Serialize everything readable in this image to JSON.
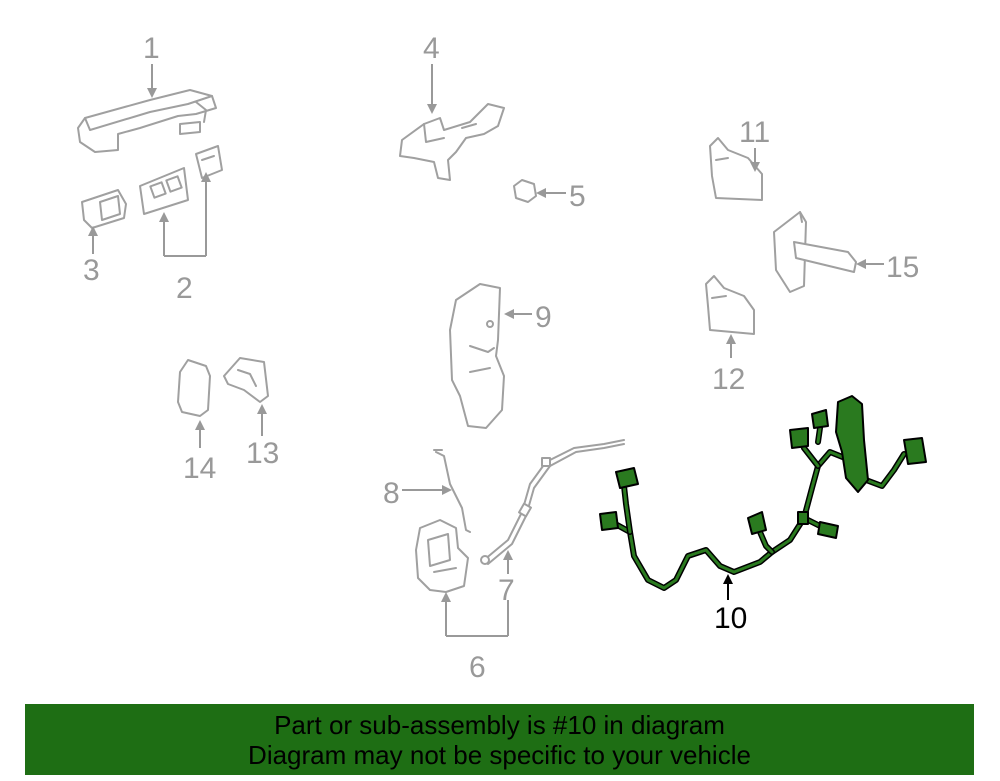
{
  "callouts": {
    "c1": "1",
    "c2": "2",
    "c3": "3",
    "c4": "4",
    "c5": "5",
    "c6": "6",
    "c7": "7",
    "c8": "8",
    "c9": "9",
    "c10": "10",
    "c11": "11",
    "c12": "12",
    "c13": "13",
    "c14": "14",
    "c15": "15"
  },
  "banner": {
    "line1": "Part or sub-assembly is #10 in diagram",
    "line2": "Diagram may not be specific to your vehicle"
  },
  "colors": {
    "highlight": "#2a7a1f",
    "banner_bg": "#1e6e14",
    "part_outline": "#a0a0a0"
  }
}
